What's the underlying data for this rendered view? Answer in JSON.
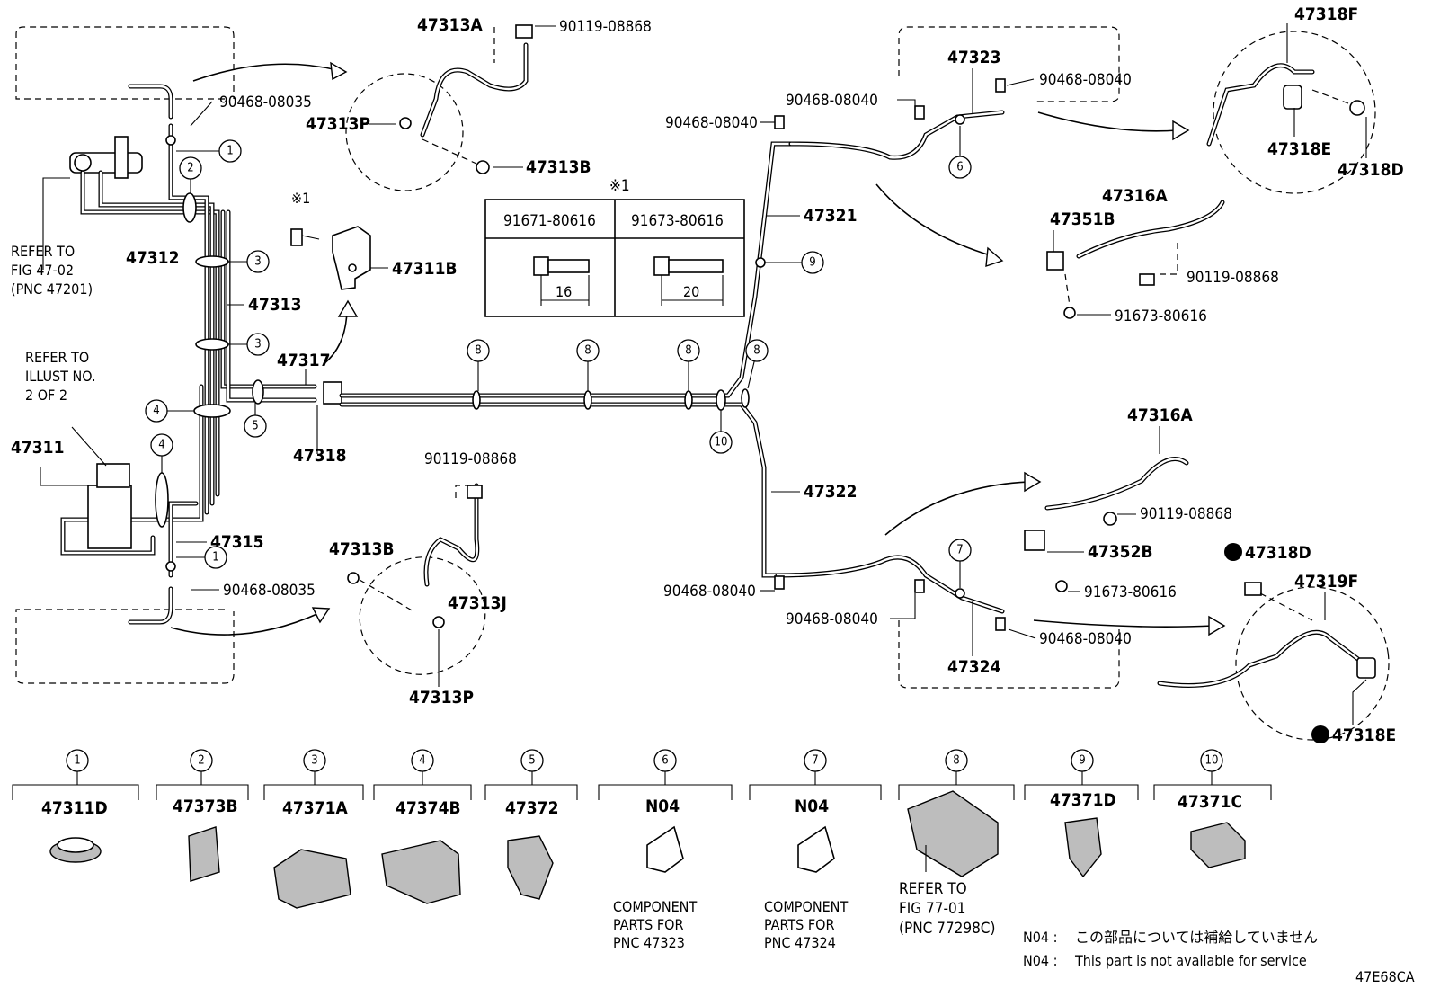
{
  "diagram_id": "47E68CA",
  "callout_numbers": [
    "1",
    "2",
    "3",
    "4",
    "5",
    "6",
    "7",
    "8",
    "9",
    "10"
  ],
  "labels": {
    "p47313A": "47313A",
    "p90119_08868_top": "90119-08868",
    "p90468_08035_top": "90468-08035",
    "p47313P_top": "47313P",
    "p47313B_top": "47313B",
    "p47312": "47312",
    "refer_fig_47_02": [
      "REFER TO",
      "FIG 47-02",
      "(PNC 47201)"
    ],
    "p47311B": "47311B",
    "p47313": "47313",
    "refer_illust": [
      "REFER TO",
      "ILLUST NO.",
      "2 OF 2"
    ],
    "p47317": "47317",
    "p47311": "47311",
    "p47318": "47318",
    "p47315": "47315",
    "p90468_08035_bot": "90468-08035",
    "p90119_08868_mid": "90119-08868",
    "p47313B_bot": "47313B",
    "p47313J": "47313J",
    "p47313P_bot": "47313P",
    "p47323": "47323",
    "p90468_08040_a": "90468-08040",
    "p90468_08040_b": "90468-08040",
    "p90468_08040_c": "90468-08040",
    "p47321": "47321",
    "p47322": "47322",
    "p90468_08040_d": "90468-08040",
    "p90468_08040_e": "90468-08040",
    "p90468_08040_f": "90468-08040",
    "p47324": "47324",
    "p47318F": "47318F",
    "p47318E_top": "47318E",
    "p47318D_top": "47318D",
    "p47316A_top": "47316A",
    "p47351B": "47351B",
    "p90119_08868_right": "90119-08868",
    "p91673_80616_top": "91673-80616",
    "p47316A_bot": "47316A",
    "p90119_08868_right2": "90119-08868",
    "p47352B": "47352B",
    "p91673_80616_bot": "91673-80616",
    "p47318D_bot": "47318D",
    "p47319F": "47319F",
    "p47318E_bot": "47318E"
  },
  "bolt_table": {
    "marker": "※1",
    "columns": [
      {
        "part": "91671-80616",
        "length": "16"
      },
      {
        "part": "91673-80616",
        "length": "20"
      }
    ]
  },
  "legend": [
    {
      "num": "1",
      "part": "47311D"
    },
    {
      "num": "2",
      "part": "47373B"
    },
    {
      "num": "3",
      "part": "47371A"
    },
    {
      "num": "4",
      "part": "47374B"
    },
    {
      "num": "5",
      "part": "47372"
    },
    {
      "num": "6",
      "part": "N04",
      "note": [
        "COMPONENT",
        "PARTS FOR",
        "PNC 47323"
      ]
    },
    {
      "num": "7",
      "part": "N04",
      "note": [
        "COMPONENT",
        "PARTS FOR",
        "PNC 47324"
      ]
    },
    {
      "num": "8",
      "part": "",
      "note": [
        "REFER TO",
        "FIG 77-01",
        "(PNC 77298C)"
      ]
    },
    {
      "num": "9",
      "part": "47371D"
    },
    {
      "num": "10",
      "part": "47371C"
    }
  ],
  "footnotes": [
    {
      "key": "N04 :",
      "text": "この部品については補給していません"
    },
    {
      "key": "N04 :",
      "text": "This part is not available for service"
    }
  ],
  "marker_x1": "※1"
}
